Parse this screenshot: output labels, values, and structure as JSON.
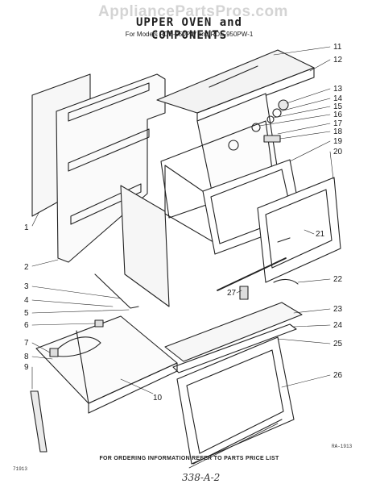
{
  "watermark": "AppliancePartsPros.com",
  "title": "UPPER OVEN and COMPONENTS",
  "subtitle": "For Models RDE-950PW and RDE-950PW-1",
  "footer": "FOR ORDERING INFORMATION REFER TO PARTS PRICE LIST",
  "bottom_left_code": "71913",
  "bottom_right_code": "RA-1913",
  "handwritten_note": "338-A-2",
  "callouts": [
    "1",
    "2",
    "3",
    "4",
    "5",
    "6",
    "7",
    "8",
    "9",
    "10",
    "11",
    "12",
    "13",
    "14",
    "15",
    "16",
    "17",
    "18",
    "19",
    "20",
    "21",
    "22",
    "23",
    "24",
    "25",
    "26",
    "27"
  ]
}
